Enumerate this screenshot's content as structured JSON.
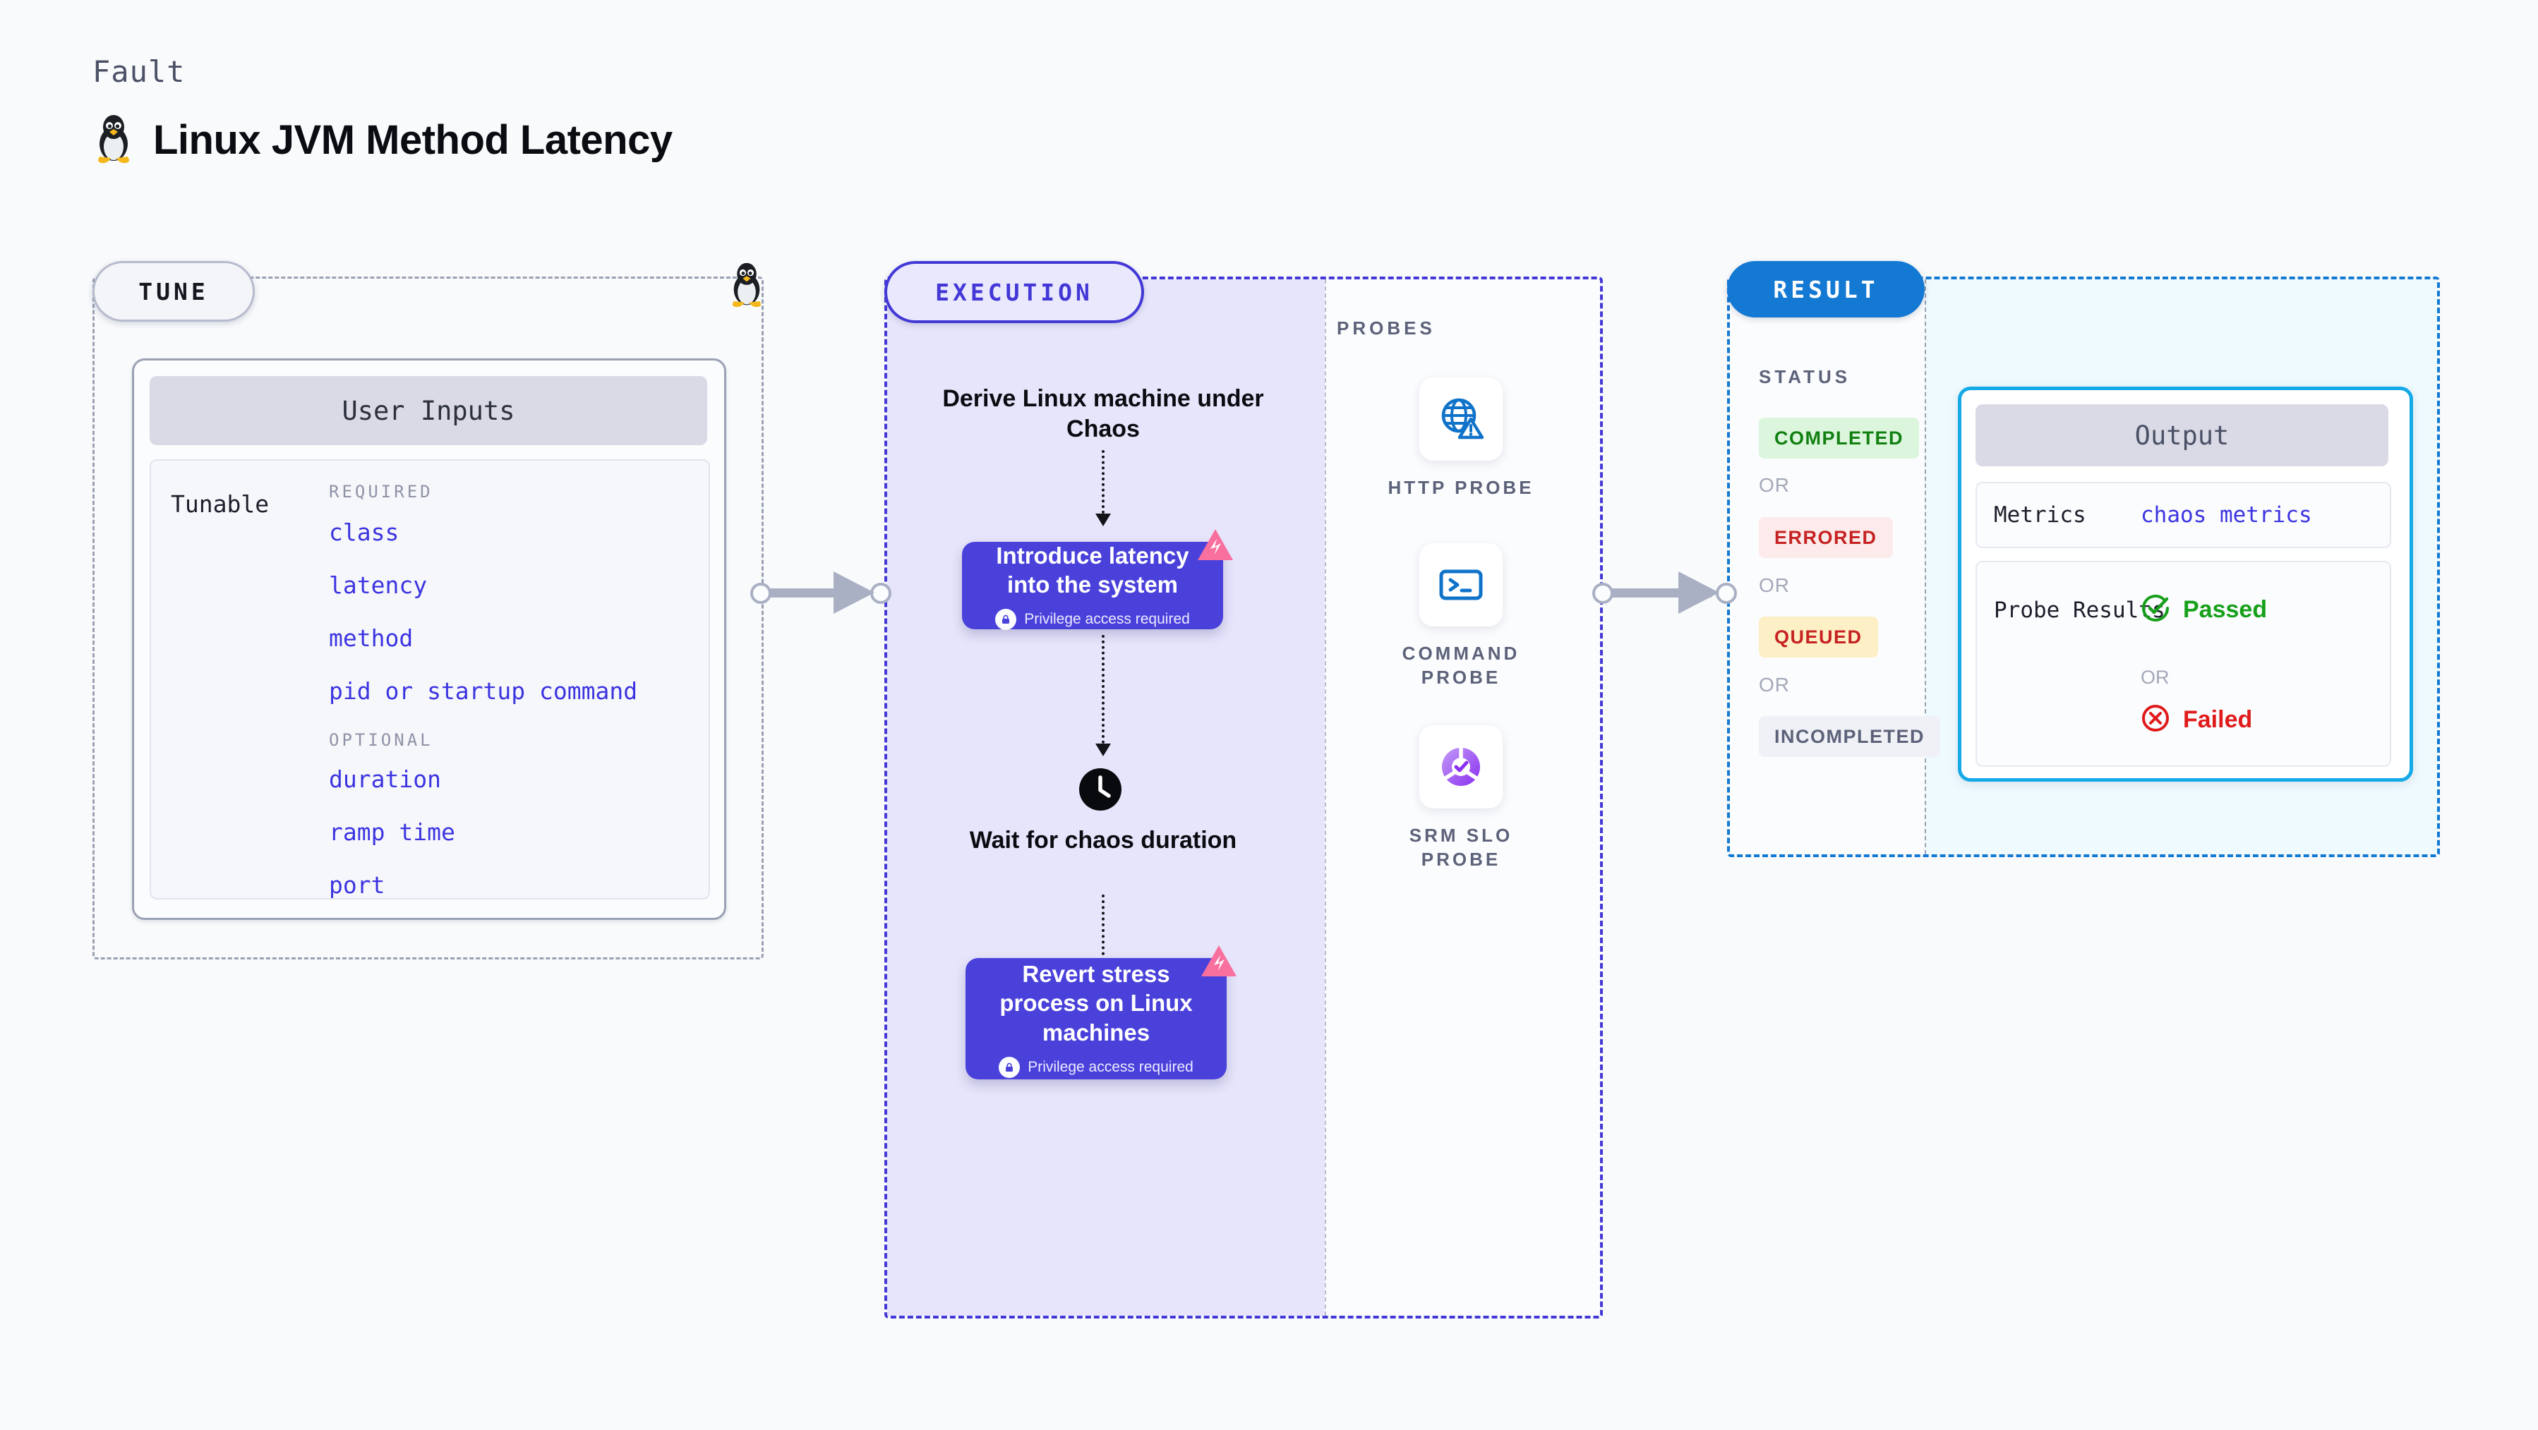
{
  "header": {
    "eyebrow": "Fault",
    "title": "Linux JVM Method Latency",
    "icon": "linux-penguin-icon"
  },
  "tune": {
    "pill_label": "TUNE",
    "penguin_icon": "linux-penguin-icon",
    "card_title": "User Inputs",
    "tunable_label": "Tunable",
    "groups": [
      {
        "title": "REQUIRED",
        "params": [
          "class",
          "latency",
          "method",
          "pid or startup command"
        ]
      },
      {
        "title": "OPTIONAL",
        "params": [
          "duration",
          "ramp time",
          "port"
        ]
      }
    ]
  },
  "execution": {
    "pill_label": "EXECUTION",
    "derive_step": "Derive Linux machine under Chaos",
    "inject_step": {
      "title": "Introduce latency into the system",
      "privilege_note": "Privilege access required",
      "lock_icon": "lock-icon",
      "brand_icon": "harness-logo-icon"
    },
    "wait_step": {
      "label": "Wait for chaos duration",
      "icon": "clock-icon"
    },
    "revert_step": {
      "title": "Revert stress process on Linux machines",
      "privilege_note": "Privilege access required",
      "lock_icon": "lock-icon",
      "brand_icon": "harness-logo-icon"
    }
  },
  "probes": {
    "label": "PROBES",
    "items": [
      {
        "name": "HTTP PROBE",
        "icon": "globe-warning-icon"
      },
      {
        "name": "COMMAND PROBE",
        "icon": "terminal-icon"
      },
      {
        "name": "SRM SLO PROBE",
        "icon": "slo-check-icon"
      }
    ]
  },
  "result": {
    "pill_label": "RESULT",
    "status_label": "STATUS",
    "or_label": "OR",
    "statuses": [
      {
        "label": "COMPLETED",
        "bg": "#dcf5dd",
        "fg": "#108010"
      },
      {
        "label": "ERRORED",
        "bg": "#fdeaea",
        "fg": "#c62222"
      },
      {
        "label": "QUEUED",
        "bg": "#fdefc6",
        "fg": "#c62222"
      },
      {
        "label": "INCOMPLETED",
        "bg": "#f0f1f6",
        "fg": "#5c6279"
      }
    ],
    "output": {
      "title": "Output",
      "metrics_key": "Metrics",
      "metrics_value": "chaos metrics",
      "probe_results_key": "Probe Results",
      "or_label": "OR",
      "passed": {
        "label": "Passed",
        "color": "#17a01a",
        "icon": "check-circle-icon"
      },
      "failed": {
        "label": "Failed",
        "color": "#e01b1b",
        "icon": "x-circle-icon"
      }
    }
  },
  "colors": {
    "accent_purple": "#4a41da",
    "accent_blue": "#1379d3",
    "accent_cyan": "#15a9e8",
    "param_blue": "#3c34e0",
    "harness_pink": "#f9709f"
  }
}
